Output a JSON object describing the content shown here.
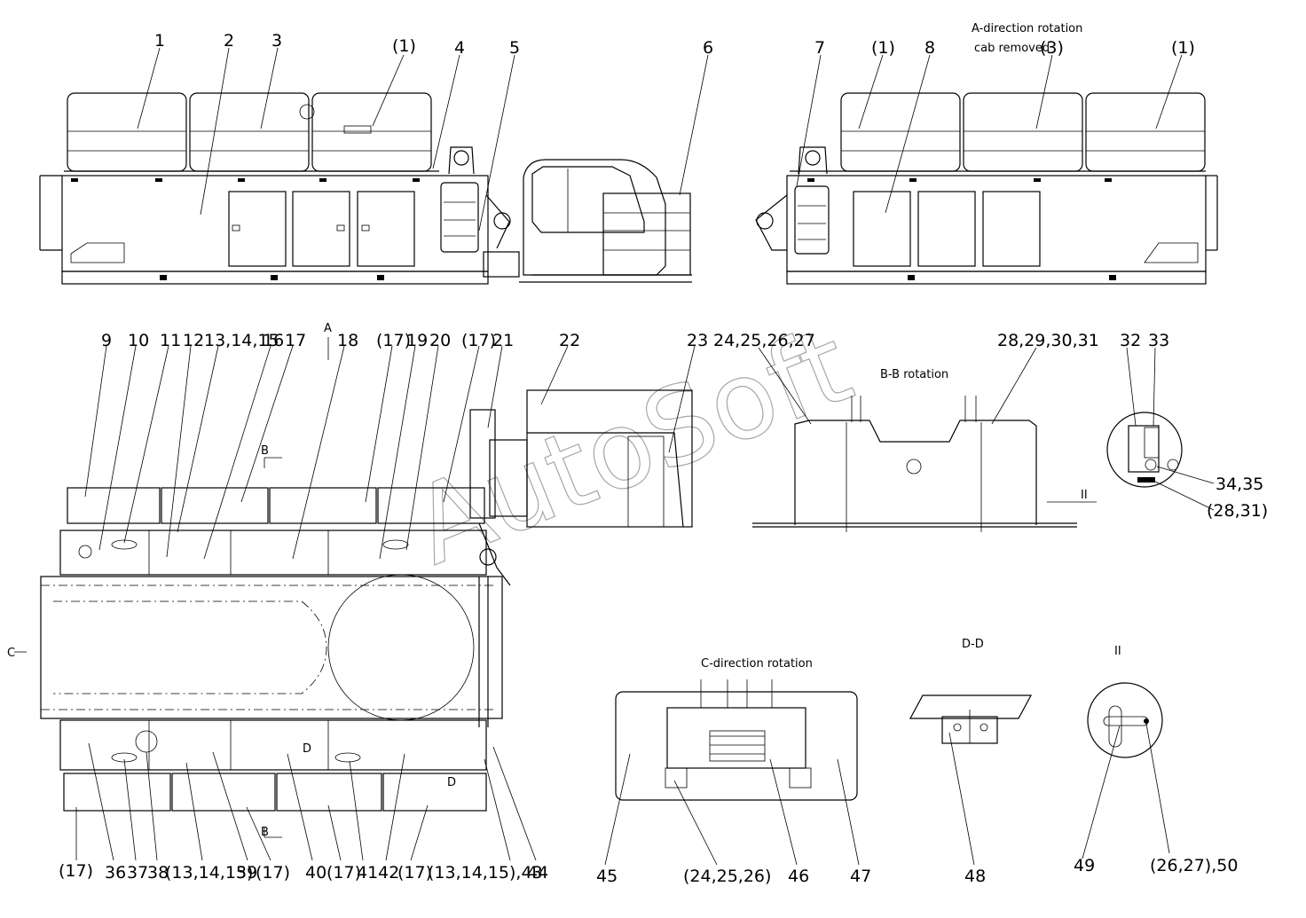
{
  "titles": {
    "a_direction": "A-direction rotation",
    "cab_removed": "cab removed",
    "bb": "B-B rotation",
    "c_direction": "C-direction rotation",
    "dd": "D-D",
    "detail_ii": "II",
    "ii_marker": "II",
    "section_a": "A",
    "section_b_top": "B",
    "section_b_bottom": "B",
    "section_c": "C",
    "section_d_1": "D",
    "section_d_2": "D"
  },
  "watermark": "AutoSoft",
  "callouts": [
    "1",
    "2",
    "3",
    "(1)",
    "4",
    "5",
    "6",
    "7",
    "(1)",
    "8",
    "(3)",
    "(1)",
    "9",
    "10",
    "11",
    "12",
    "13,14,15",
    "16",
    "17",
    "18",
    "(17)",
    "19",
    "20",
    "(17)",
    "21",
    "22",
    "23",
    "24,25,26,27",
    "28,29,30,31",
    "32",
    "33",
    "34,35",
    "(28,31)",
    "(17)",
    "36",
    "37",
    "38",
    "(13,14,15)",
    "39",
    "(17)",
    "40",
    "(17)",
    "41",
    "42",
    "(17)",
    "(13,14,15),43",
    "44",
    "45",
    "(24,25,26)",
    "46",
    "47",
    "48",
    "49",
    "(26,27),50"
  ]
}
